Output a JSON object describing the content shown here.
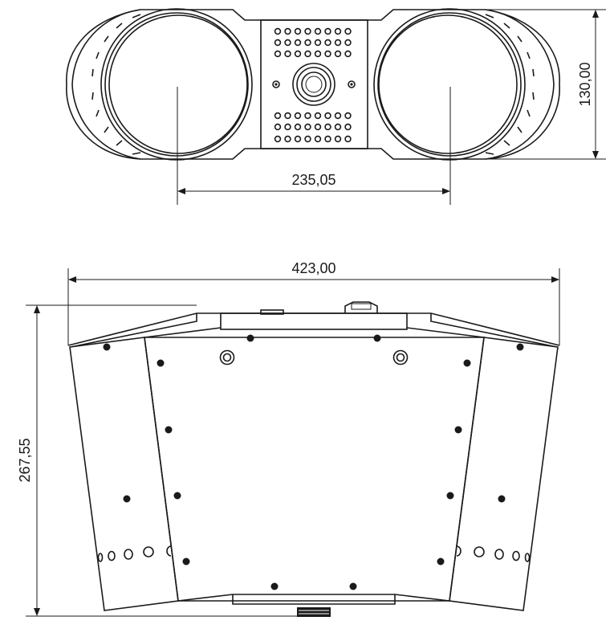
{
  "drawing": {
    "top_view": {
      "width_dimension": "235,05",
      "height_dimension": "130,00"
    },
    "front_view": {
      "width_dimension": "423,00",
      "height_dimension": "267,55"
    }
  },
  "colors": {
    "line": "#1a1a1a",
    "background": "#ffffff"
  }
}
